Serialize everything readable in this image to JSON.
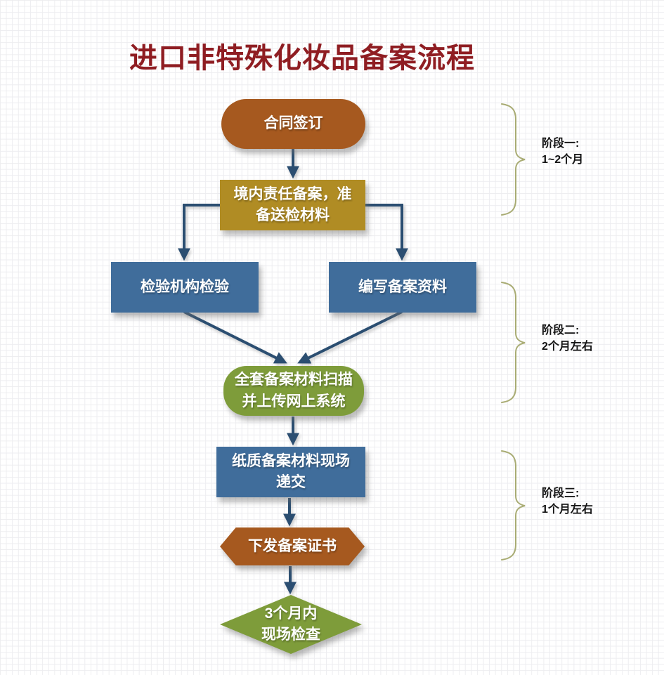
{
  "title": "进口非特殊化妆品备案流程",
  "nodes": {
    "contract": {
      "label": "合同签订",
      "shape": "stadium",
      "color": "#A6591F"
    },
    "domestic": {
      "label": "境内责任备案，准\n备送检材料",
      "shape": "rect",
      "color": "#B08C24"
    },
    "inspection": {
      "label": "检验机构检验",
      "shape": "rect",
      "color": "#406D9B"
    },
    "compile": {
      "label": "编写备案资料",
      "shape": "rect",
      "color": "#406D9B"
    },
    "scan": {
      "label": "全套备案材料扫描\n并上传网上系统",
      "shape": "rounded-rect",
      "color": "#7E9C3A"
    },
    "paper": {
      "label": "纸质备案材料现场\n递交",
      "shape": "rect",
      "color": "#406D9B"
    },
    "certificate": {
      "label": "下发备案证书",
      "shape": "hexagon",
      "color": "#A6591F"
    },
    "onsite": {
      "label": "3个月内\n现场检查",
      "shape": "diamond",
      "color": "#7E9C3A"
    }
  },
  "edges": [
    {
      "from": "contract",
      "to": "domestic"
    },
    {
      "from": "domestic",
      "to": "inspection"
    },
    {
      "from": "domestic",
      "to": "compile"
    },
    {
      "from": "inspection",
      "to": "scan"
    },
    {
      "from": "compile",
      "to": "scan"
    },
    {
      "from": "scan",
      "to": "paper"
    },
    {
      "from": "paper",
      "to": "certificate"
    },
    {
      "from": "certificate",
      "to": "onsite"
    }
  ],
  "stages": [
    {
      "name": "阶段一:",
      "duration": "1~2个月"
    },
    {
      "name": "阶段二:",
      "duration": "2个月左右"
    },
    {
      "name": "阶段三:",
      "duration": "1个月左右"
    }
  ],
  "colors": {
    "title_text": "#8F1D22",
    "brown_shape": "#A6591F",
    "gold_shape": "#B08C24",
    "blue_shape": "#406D9B",
    "green_shape": "#7E9C3A",
    "arrow": "#2B4E71",
    "brace": "#A9AC74",
    "node_text": "#FFFFFF",
    "stage_text": "#141414"
  }
}
